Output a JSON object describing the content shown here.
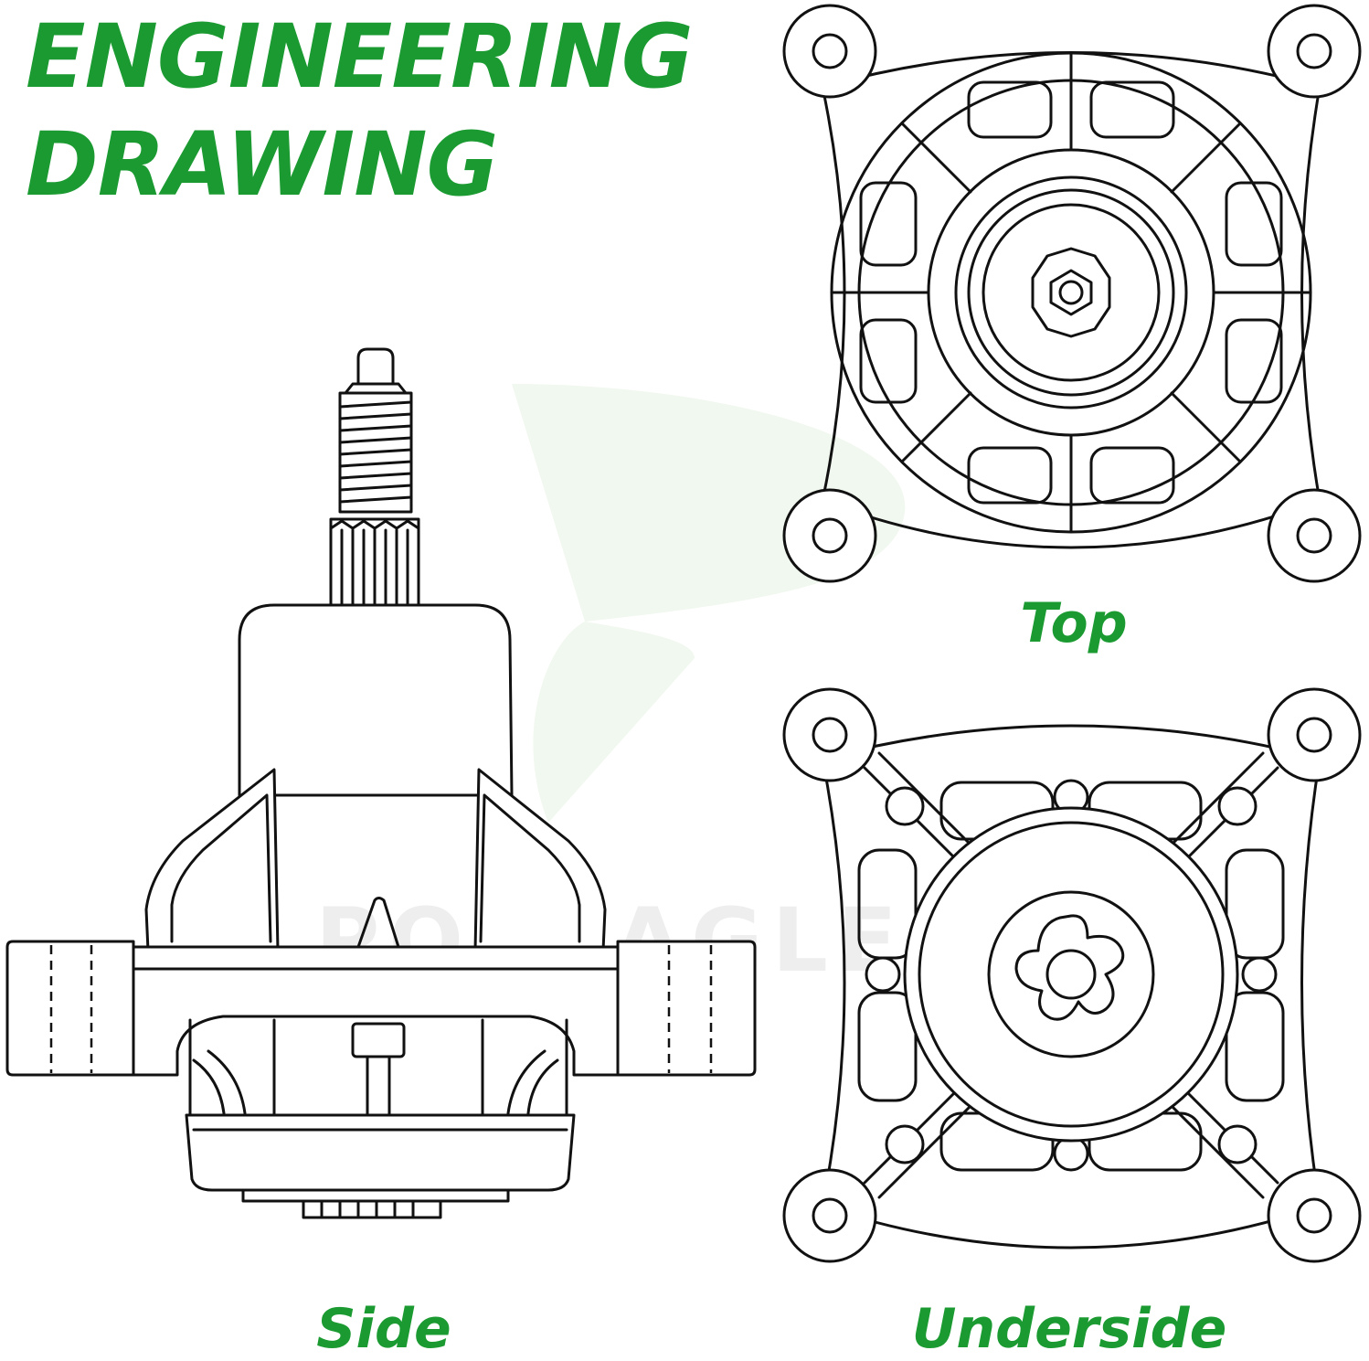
{
  "title": {
    "line1": "ENGINEERING",
    "line2": "DRAWING"
  },
  "captions": {
    "top": "Top",
    "side": "Side",
    "underside": "Underside"
  },
  "watermark": {
    "text": "POSEAGLE",
    "mark": "®"
  },
  "colors": {
    "accent": "#1a9a31",
    "line": "#111111",
    "watermark": "#eeeeee",
    "background": "#ffffff"
  }
}
